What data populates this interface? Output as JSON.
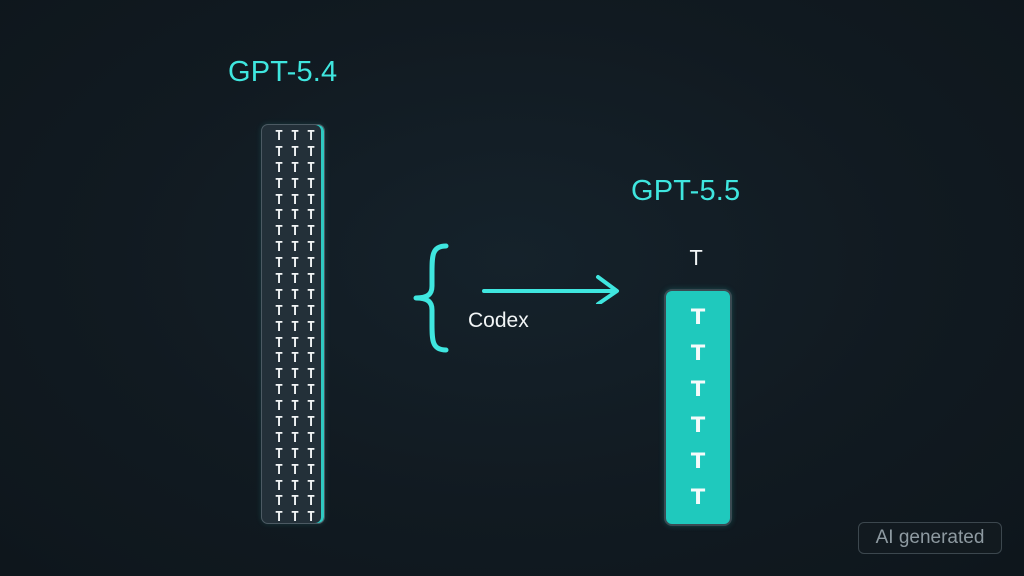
{
  "left": {
    "title": "GPT-5.4",
    "token": "T"
  },
  "middle": {
    "label": "Codex"
  },
  "right": {
    "title": "GPT-5.5",
    "top_token": "T",
    "token": "T"
  },
  "badge": "AI generated",
  "colors": {
    "background": "#111a21",
    "accent": "#3fe6df",
    "bar_fill": "#1fc9bd",
    "left_bar": "#233039",
    "text": "#f2f5f6"
  }
}
